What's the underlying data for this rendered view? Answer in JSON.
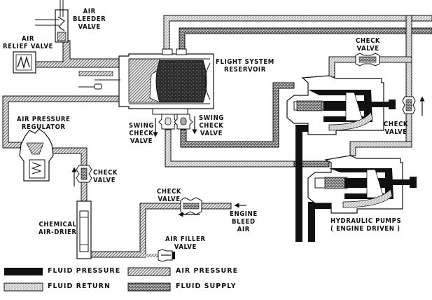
{
  "title": "Flight hydraulic system reservoir air pressurization schematic",
  "labels": {
    "air_bleeder_valve": [
      "AIR",
      "BLEEDER",
      "VALVE"
    ],
    "air_relief_valve": [
      "AIR",
      "RELIEF VALVE"
    ],
    "flight_system_reservoir": [
      "FLIGHT SYSTEM",
      "RESERVOIR"
    ],
    "air_pressure_regulator": [
      "AIR PRESSURE",
      "REGULATOR"
    ],
    "swing_check_valve_left": [
      "SWING",
      "CHECK",
      "VALVE"
    ],
    "swing_check_valve_right": [
      "SWING",
      "CHECK",
      "VALVE"
    ],
    "check_valve_top": [
      "CHECK",
      "VALVE"
    ],
    "check_valve_right": [
      "CHECK",
      "VALVE"
    ],
    "check_valve_regulator": [
      "CHECK",
      "VALVE"
    ],
    "check_valve_bleed": [
      "CHECK",
      "VALVE"
    ],
    "chemical_air_drier": [
      "CHEMICAL",
      "AIR-DRIER"
    ],
    "air_filler_valve": [
      "AIR FILLER",
      "VALVE"
    ],
    "engine_bleed_air": [
      "ENGINE",
      "BLEED",
      "AIR"
    ],
    "hydraulic_pumps": [
      "HYDRAULIC PUMPS",
      "( ENGINE DRIVEN )"
    ]
  },
  "legend": [
    {
      "key": "fluid_pressure",
      "label": "FLUID PRESSURE",
      "pattern": "solid-black"
    },
    {
      "key": "air_pressure",
      "label": "AIR PRESSURE",
      "pattern": "diagonal-hatch"
    },
    {
      "key": "fluid_return",
      "label": "FLUID RETURN",
      "pattern": "light-stipple"
    },
    {
      "key": "fluid_supply",
      "label": "FLUID SUPPLY",
      "pattern": "dark-stipple"
    }
  ],
  "colors": {
    "ink": "#111111",
    "paper": "#ffffff",
    "stipple_light": "#bdbdbd",
    "stipple_dark": "#6e6e6e",
    "hatch": "#555555"
  }
}
